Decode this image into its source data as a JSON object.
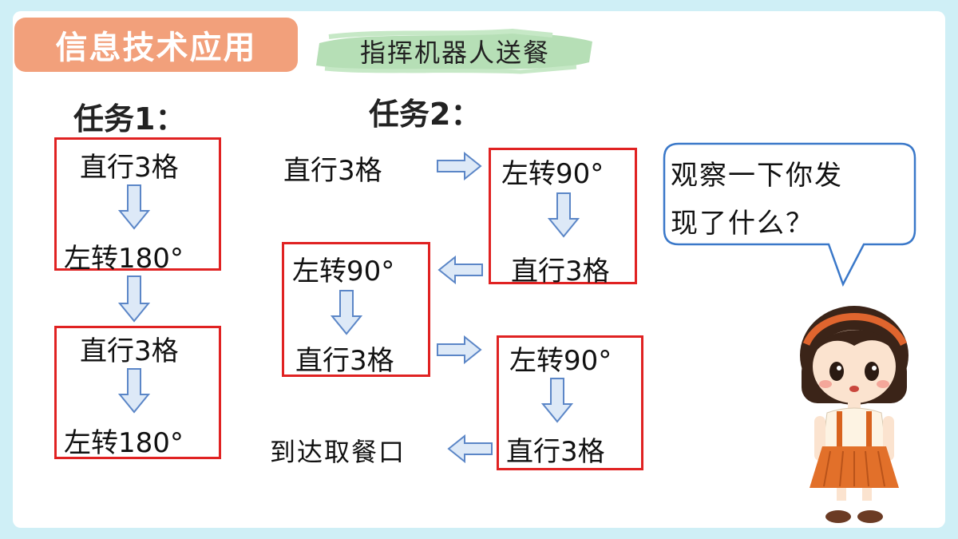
{
  "header": {
    "badge": "信息技术应用",
    "subtitle": "指挥机器人送餐"
  },
  "task1": {
    "label": "任务1：",
    "steps": [
      "直行3格",
      "左转180°",
      "直行3格",
      "左转180°"
    ]
  },
  "task2": {
    "label": "任务2：",
    "steps": [
      "直行3格",
      "左转90°",
      "直行3格",
      "左转90°",
      "直行3格",
      "左转90°",
      "直行3格",
      "到达取餐口"
    ]
  },
  "bubble": {
    "line1": "观察一下你发",
    "line2": "现了什么？"
  },
  "colors": {
    "badge": "#f2a07b",
    "box_border": "#e02222",
    "arrow_fill": "#dde9f7",
    "arrow_stroke": "#5b86c7",
    "bubble_border": "#3a78c9",
    "subtitle_brush": "#a9d9a9"
  },
  "icons": [
    "down-arrow-icon",
    "right-arrow-icon",
    "left-arrow-icon",
    "girl-illustration"
  ]
}
